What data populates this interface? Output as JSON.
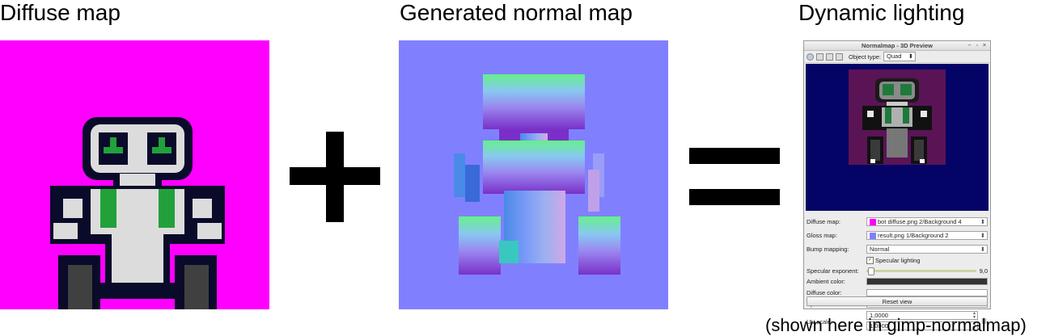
{
  "captions": {
    "diffuse": "Diffuse map",
    "normal": "Generated normal map",
    "lighting": "Dynamic lighting",
    "footer": "(shown here in gimp-normalmap)"
  },
  "colors": {
    "diffuse_bg": "#ff00ff",
    "normal_bg": "#8080ff",
    "preview_bg": "#040466",
    "preview_inner": "#5a1456",
    "robot_outline": "#0a0a2a",
    "robot_body": "#dcdcdc",
    "robot_accent": "#22a03a",
    "robot_wheel": "#404040"
  },
  "window": {
    "title": "Normalmap - 3D Preview",
    "titlebar_buttons": "– ▫ ×",
    "toolbar": {
      "object_type_label": "Object type:",
      "object_type_value": "Quad",
      "icons": [
        "sphere-icon",
        "plane-icon",
        "image-icon",
        "grid-icon"
      ]
    },
    "fields": {
      "diffuse_map_label": "Diffuse map:",
      "diffuse_map_value": "bot diffuse.png 2/Background 4",
      "gloss_map_label": "Gloss map:",
      "gloss_map_value": "result.png 1/Background 2",
      "bump_mapping_label": "Bump mapping:",
      "bump_mapping_value": "Normal",
      "specular_lighting_label": "Specular lighting",
      "specular_lighting_checked": true,
      "specular_exponent_label": "Specular exponent:",
      "specular_exponent_value": "9,0",
      "ambient_color_label": "Ambient color:",
      "ambient_color": "#333333",
      "diffuse_color_label": "Diffuse color:",
      "diffuse_color": "#ffffff",
      "specular_color_label": "Specular color:",
      "specular_color": "#ffffff",
      "uv_scale_label": "UV scale:",
      "uv_scale_u": "1,0000",
      "uv_scale_v": "1,0000"
    },
    "reset_button": "Reset view"
  }
}
